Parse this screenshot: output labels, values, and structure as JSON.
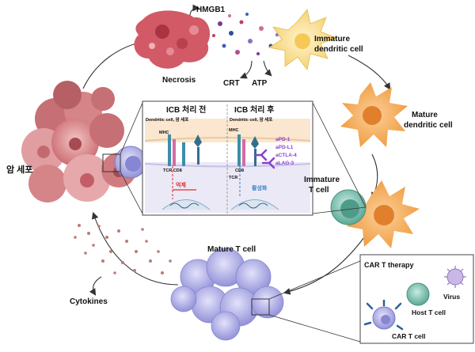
{
  "labels": {
    "hmgb1": "HMGB1",
    "necrosis": "Necrosis",
    "crt": "CRT",
    "atp": "ATP",
    "immature_dc_1": "Immature",
    "immature_dc_2": "dendritic cell",
    "mature_dc_1": "Mature",
    "mature_dc_2": "dendritic cell",
    "cancer_cell": "암 세포",
    "immature_t_1": "Immature",
    "immature_t_2": "T cell",
    "mature_t": "Mature T cell",
    "cytokines": "Cytokines"
  },
  "icb_panel": {
    "before_title": "ICB 처리 전",
    "after_title": "ICB 처리 후",
    "sub_before": "Dendritic cell, 암 세포",
    "sub_after": "Dendritic cell, 암 세포",
    "mhc_left": "MHC",
    "mhc_right": "MHC",
    "tcr_cd8_left": "TCR CD8",
    "cd8_right": "CD8",
    "tcr_right": "TCR",
    "suppress": "억제",
    "activate": "활성화",
    "drugs": [
      "aPD-1",
      "aPD-L1",
      "aCTLA-4",
      "aLAG-3"
    ]
  },
  "car_panel": {
    "title": "CAR T therapy",
    "virus": "Virus",
    "host_t": "Host T cell",
    "car_t": "CAR T cell"
  },
  "colors": {
    "cancer": "#d98a8e",
    "necrosis": "#c9505c",
    "immature_dc": "#f7d57a",
    "mature_dc": "#f2a04a",
    "t_cell": "#6fb8a8",
    "mature_t": "#a9a8e0",
    "drug": "#8a3fd0",
    "suppress": "#d9302c",
    "activate": "#2f7fc8"
  }
}
